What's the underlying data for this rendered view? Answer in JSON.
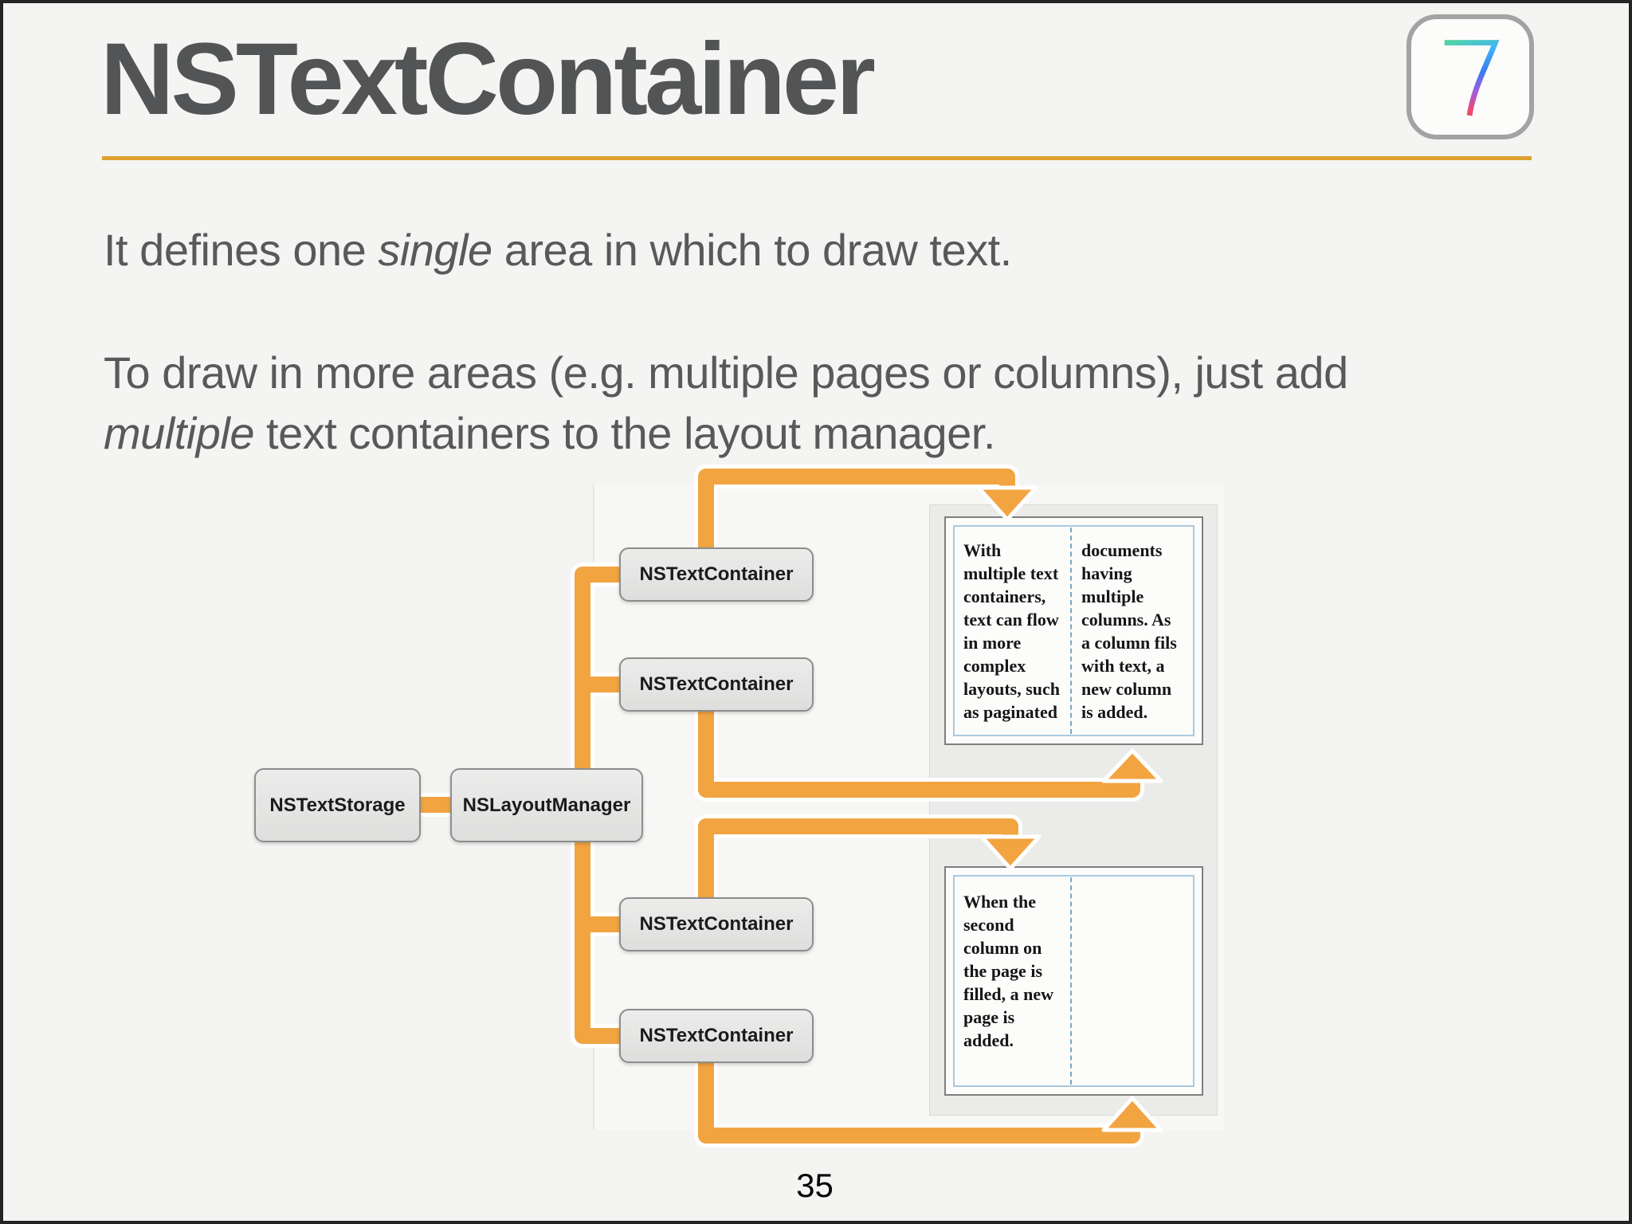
{
  "slide": {
    "title": "NSTextContainer",
    "badge_number": "7",
    "page_number": "35",
    "body": {
      "p1_pre": "It defines one ",
      "p1_italic": "single",
      "p1_post": " area in which to draw text.",
      "p2_pre": "To draw in more areas (e.g. multiple pages or columns), just add ",
      "p2_italic": "multiple",
      "p2_post": " text containers to the layout manager."
    },
    "colors": {
      "title_text": "#535456",
      "title_rule": "#dfa12f",
      "connector_orange": "#f2a441",
      "box_border": "#8d8d8d",
      "page_blue_border": "#aacadf",
      "panel_gray": "#ebebea"
    }
  },
  "diagram": {
    "storage_label": "NSTextStorage",
    "layout_label": "NSLayoutManager",
    "containers": [
      {
        "label": "NSTextContainer"
      },
      {
        "label": "NSTextContainer"
      },
      {
        "label": "NSTextContainer"
      },
      {
        "label": "NSTextContainer"
      }
    ],
    "pages": [
      {
        "col1": [
          "With",
          "multiple text",
          "containers,",
          "text can flow",
          "in more",
          "complex",
          "layouts, such",
          "as paginated"
        ],
        "col2": [
          "documents",
          "having",
          "multiple",
          "columns. As",
          "a column fils",
          "with text, a",
          "new column",
          "is added."
        ]
      },
      {
        "col1": [
          "When the",
          "second",
          "column on",
          "the page is",
          "filled, a new",
          "page is",
          "added."
        ],
        "col2": []
      }
    ]
  }
}
